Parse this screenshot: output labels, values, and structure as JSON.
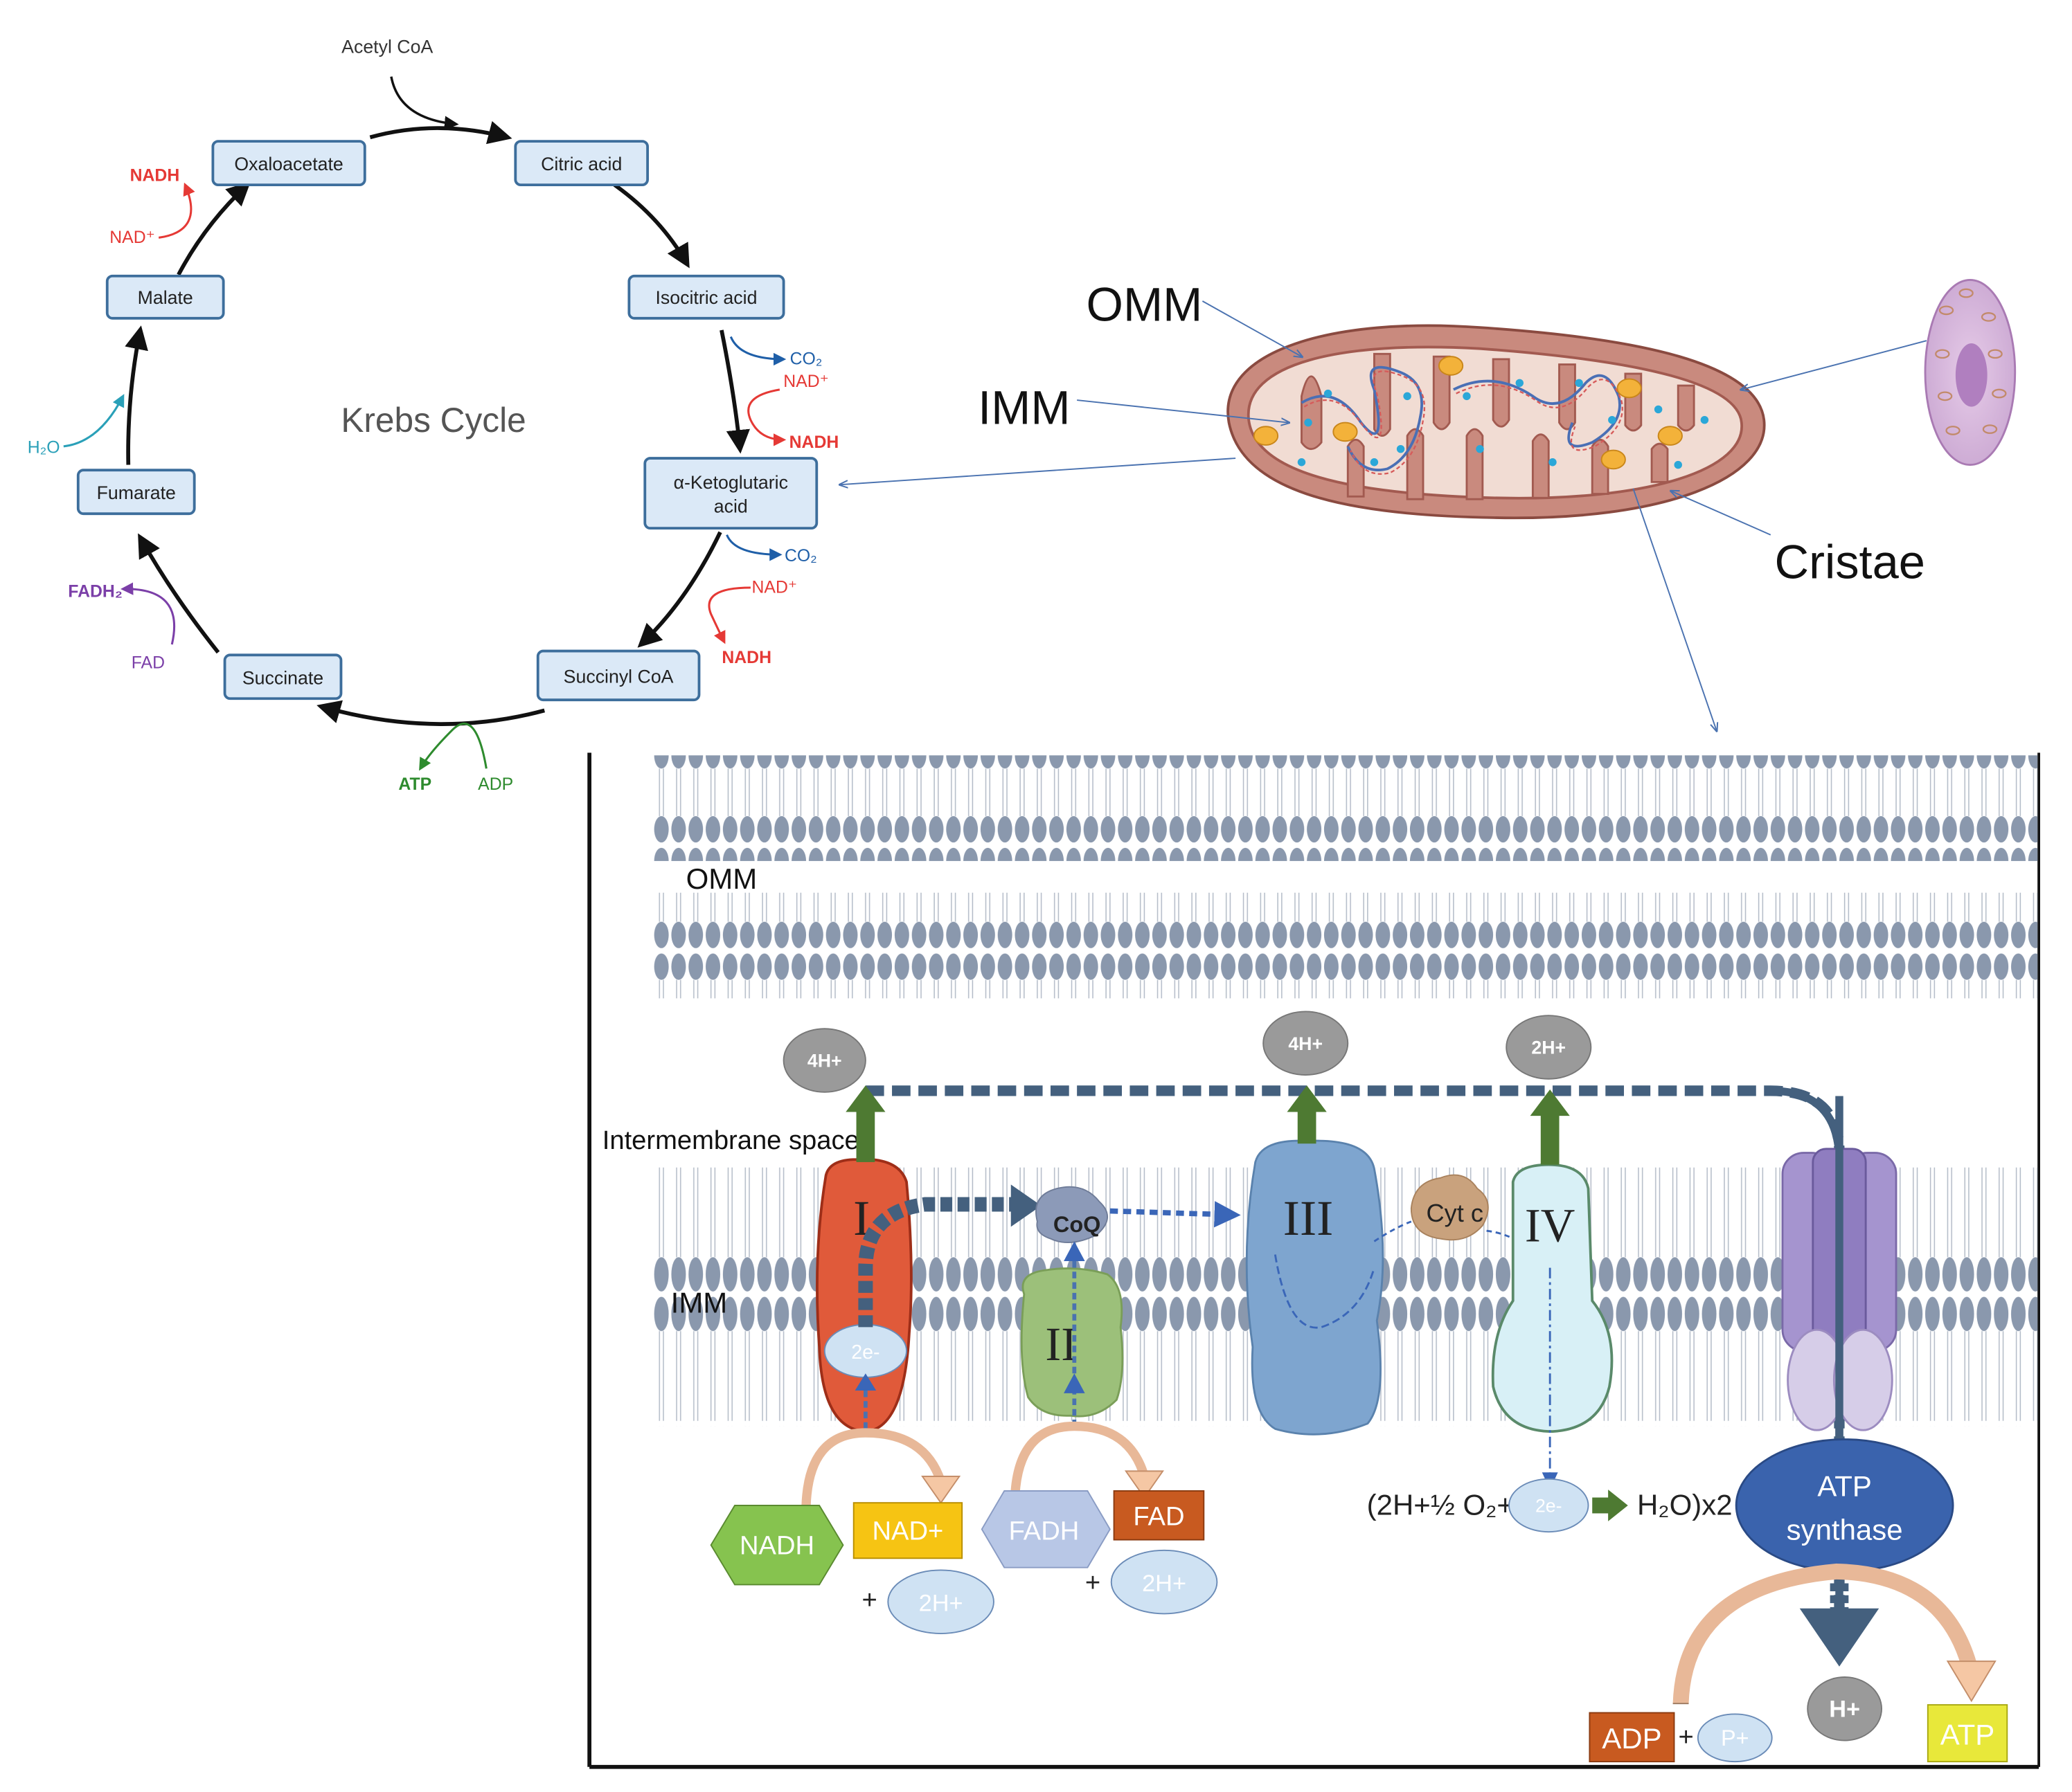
{
  "krebs": {
    "title": "Krebs Cycle",
    "input": "Acetyl CoA",
    "nodes": {
      "oxaloacetate": "Oxaloacetate",
      "citric": "Citric acid",
      "isocitric": "Isocitric acid",
      "akg_line1": "α-Ketoglutaric",
      "akg_line2": "acid",
      "succinyl": "Succinyl CoA",
      "succinate": "Succinate",
      "fumarate": "Fumarate",
      "malate": "Malate"
    },
    "side": {
      "nadh": "NADH",
      "nad_plus": "NAD⁺",
      "co2": "CO₂",
      "fadh2": "FADH₂",
      "fad": "FAD",
      "h2o": "H₂O",
      "atp": "ATP",
      "adp": "ADP"
    },
    "colors": {
      "node_fill": "#dbe9f7",
      "node_stroke": "#3d6e9c",
      "nadh": "#e53935",
      "co2": "#1f5fa8",
      "fad": "#7b3fa8",
      "h2o": "#2aa0b8",
      "atp": "#2e8b2e"
    }
  },
  "mito": {
    "omm": "OMM",
    "imm": "IMM",
    "cristae": "Cristae"
  },
  "etc": {
    "omm": "OMM",
    "imm": "IMM",
    "ims": "Intermembrane space",
    "complex_i": "I",
    "complex_ii": "II",
    "complex_iii": "III",
    "complex_iv": "IV",
    "coq": "CoQ",
    "cytc": "Cyt c",
    "two_e": "2e-",
    "h_4_a": "4H+",
    "h_4_b": "4H+",
    "h_2": "2H+",
    "nadh": "NADH",
    "nad_plus": "NAD+",
    "fadh": "FADH",
    "fad": "FAD",
    "plus": "+",
    "two_h": "2H+",
    "o2_left": "(2H+½ O₂+",
    "o2_right": "H₂O)x2",
    "atp_synthase_1": "ATP",
    "atp_synthase_2": "synthase",
    "adp": "ADP",
    "p": "P+",
    "h_plus": "H+",
    "atp": "ATP",
    "colors": {
      "complex_i": "#e05a3a",
      "complex_ii": "#9cc07a",
      "complex_iii": "#7ea5cf",
      "complex_iv": "#d8f0f6",
      "atp_synthase": "#3a63ad",
      "nadh": "#86c34f",
      "nad_plus": "#f6c413",
      "fadh": "#b8c7e6",
      "fad": "#c85a20",
      "adp": "#c85a20",
      "atp": "#e8e83a",
      "electron": "#cfe2f3",
      "proton": "#9a9a9a",
      "path": "#44607e"
    }
  }
}
